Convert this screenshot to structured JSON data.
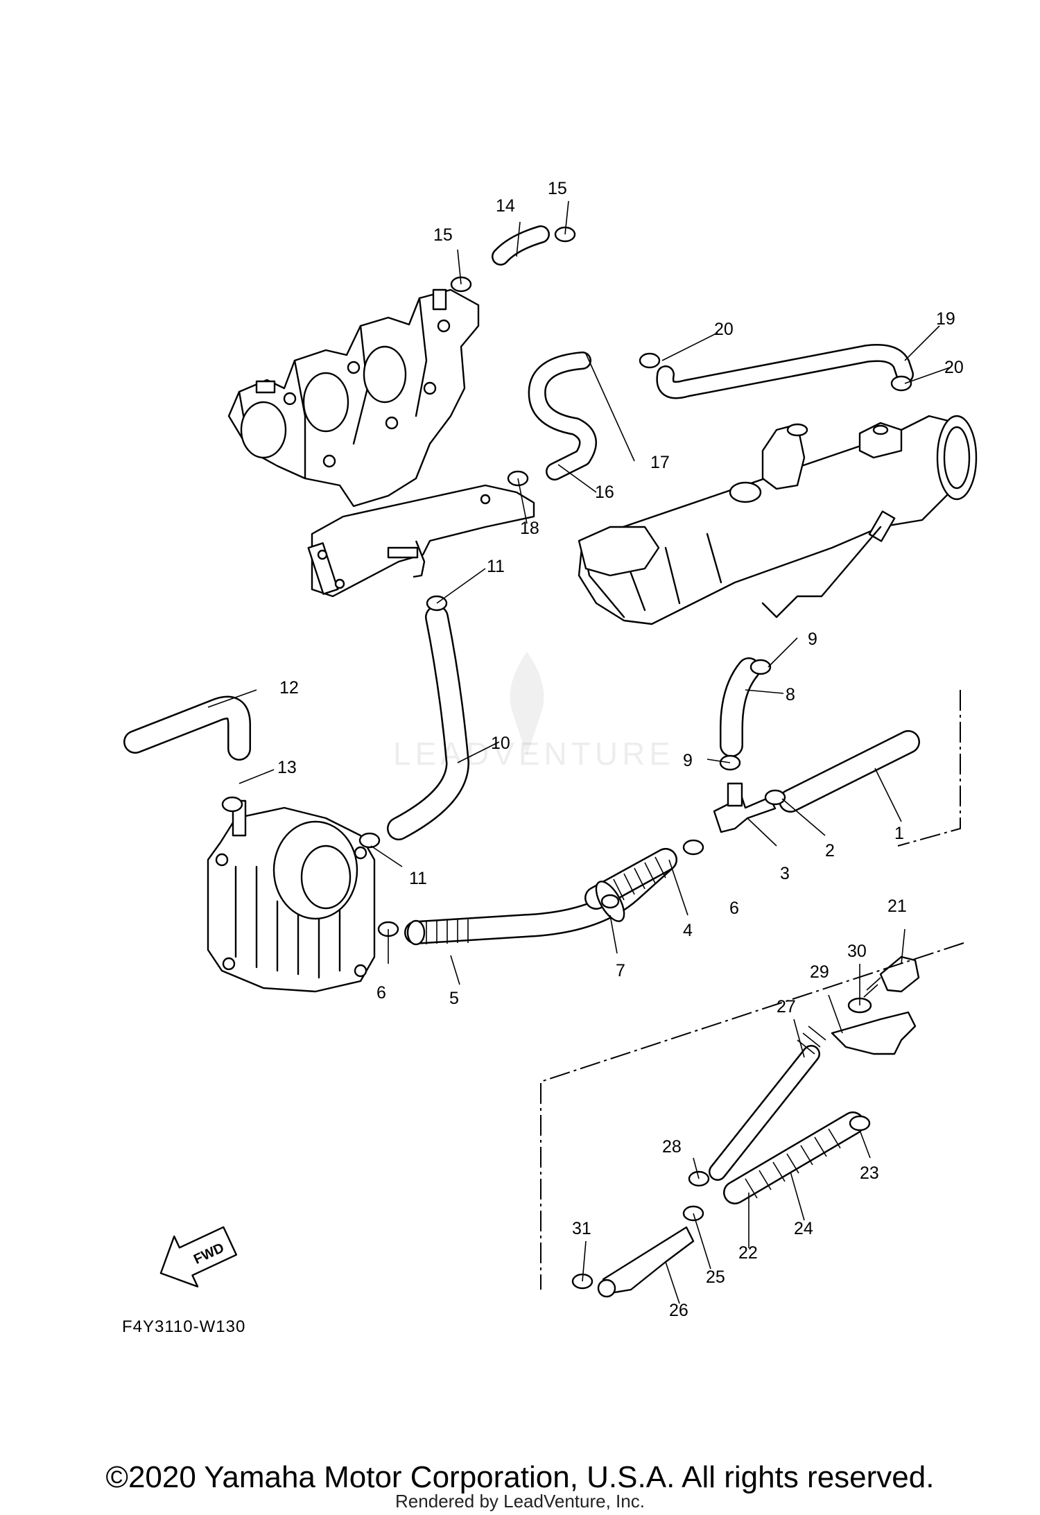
{
  "diagram": {
    "figure_code": "F4Y3110-W130",
    "fwd_label": "FWD",
    "copyright": "©2020 Yamaha Motor Corporation, U.S.A. All rights reserved.",
    "render_note": "Rendered by LeadVenture, Inc.",
    "watermark": "LEADVENTURE",
    "callouts": [
      "1",
      "2",
      "3",
      "4",
      "5",
      "6",
      "6",
      "7",
      "8",
      "9",
      "9",
      "10",
      "11",
      "11",
      "12",
      "13",
      "14",
      "15",
      "15",
      "16",
      "17",
      "18",
      "19",
      "20",
      "20",
      "21",
      "22",
      "23",
      "24",
      "25",
      "26",
      "27",
      "28",
      "29",
      "30",
      "31"
    ]
  }
}
